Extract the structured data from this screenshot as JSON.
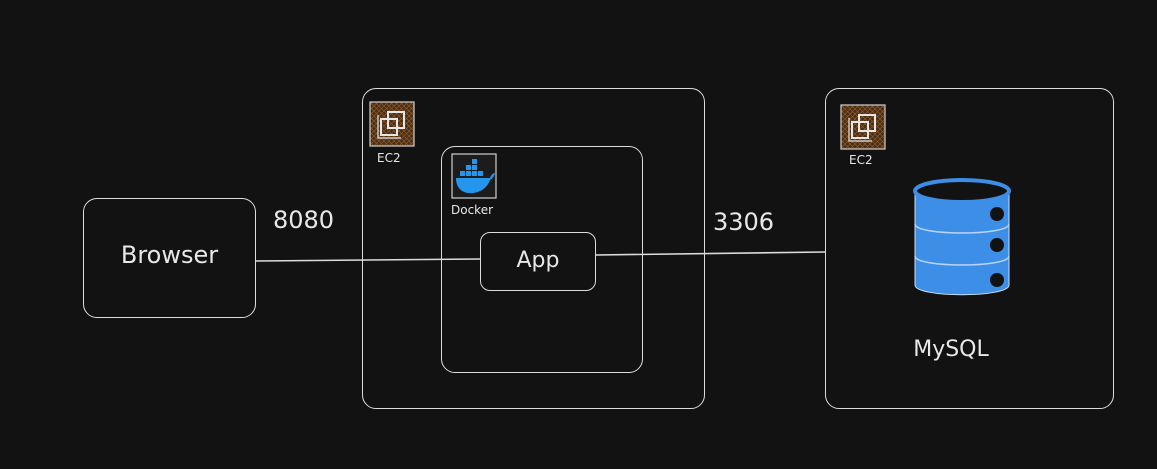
{
  "diagram": {
    "browser": {
      "label": "Browser"
    },
    "ec2_app_host": {
      "label": "EC2"
    },
    "docker": {
      "label": "Docker"
    },
    "app": {
      "label": "App"
    },
    "ec2_db_host": {
      "label": "EC2"
    },
    "mysql": {
      "label": "MySQL"
    },
    "ports": {
      "browser_to_app": "8080",
      "app_to_db": "3306"
    },
    "colors": {
      "background": "#121212",
      "stroke": "#dcdcdc",
      "ec2_icon": "#4a2e16",
      "docker_blue": "#2496ed",
      "db_blue": "#3d8ee6"
    },
    "icons": [
      "ec2-icon",
      "docker-icon",
      "database-icon"
    ]
  }
}
